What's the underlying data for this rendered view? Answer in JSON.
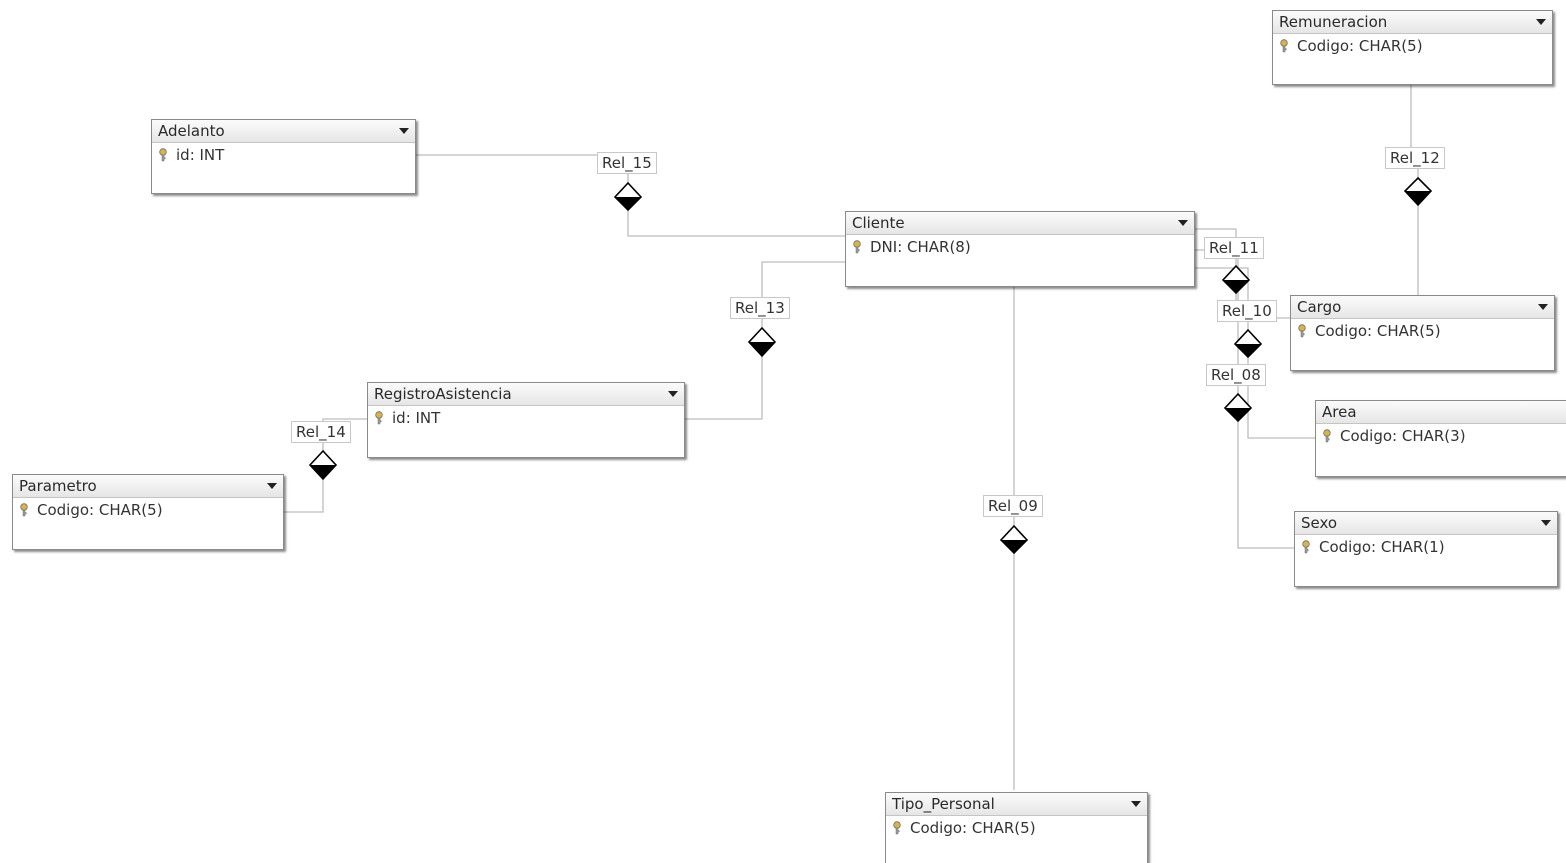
{
  "entities": {
    "remuneracion": {
      "name": "Remuneracion",
      "attribute": "Codigo: CHAR(5)"
    },
    "adelanto": {
      "name": "Adelanto",
      "attribute": "id: INT"
    },
    "cliente": {
      "name": "Cliente",
      "attribute": "DNI: CHAR(8)"
    },
    "cargo": {
      "name": "Cargo",
      "attribute": "Codigo: CHAR(5)"
    },
    "registro_asistencia": {
      "name": "RegistroAsistencia",
      "attribute": "id: INT"
    },
    "area": {
      "name": "Area",
      "attribute": "Codigo: CHAR(3)"
    },
    "parametro": {
      "name": "Parametro",
      "attribute": "Codigo: CHAR(5)"
    },
    "sexo": {
      "name": "Sexo",
      "attribute": "Codigo: CHAR(1)"
    },
    "tipo_personal": {
      "name": "Tipo_Personal",
      "attribute": "Codigo: CHAR(5)"
    }
  },
  "relationships": {
    "rel_08": "Rel_08",
    "rel_09": "Rel_09",
    "rel_10": "Rel_10",
    "rel_11": "Rel_11",
    "rel_12": "Rel_12",
    "rel_13": "Rel_13",
    "rel_14": "Rel_14",
    "rel_15": "Rel_15"
  },
  "icons": {
    "key": "key-icon",
    "dropdown": "dropdown-arrow-icon",
    "relationship": "diamond-icon"
  }
}
